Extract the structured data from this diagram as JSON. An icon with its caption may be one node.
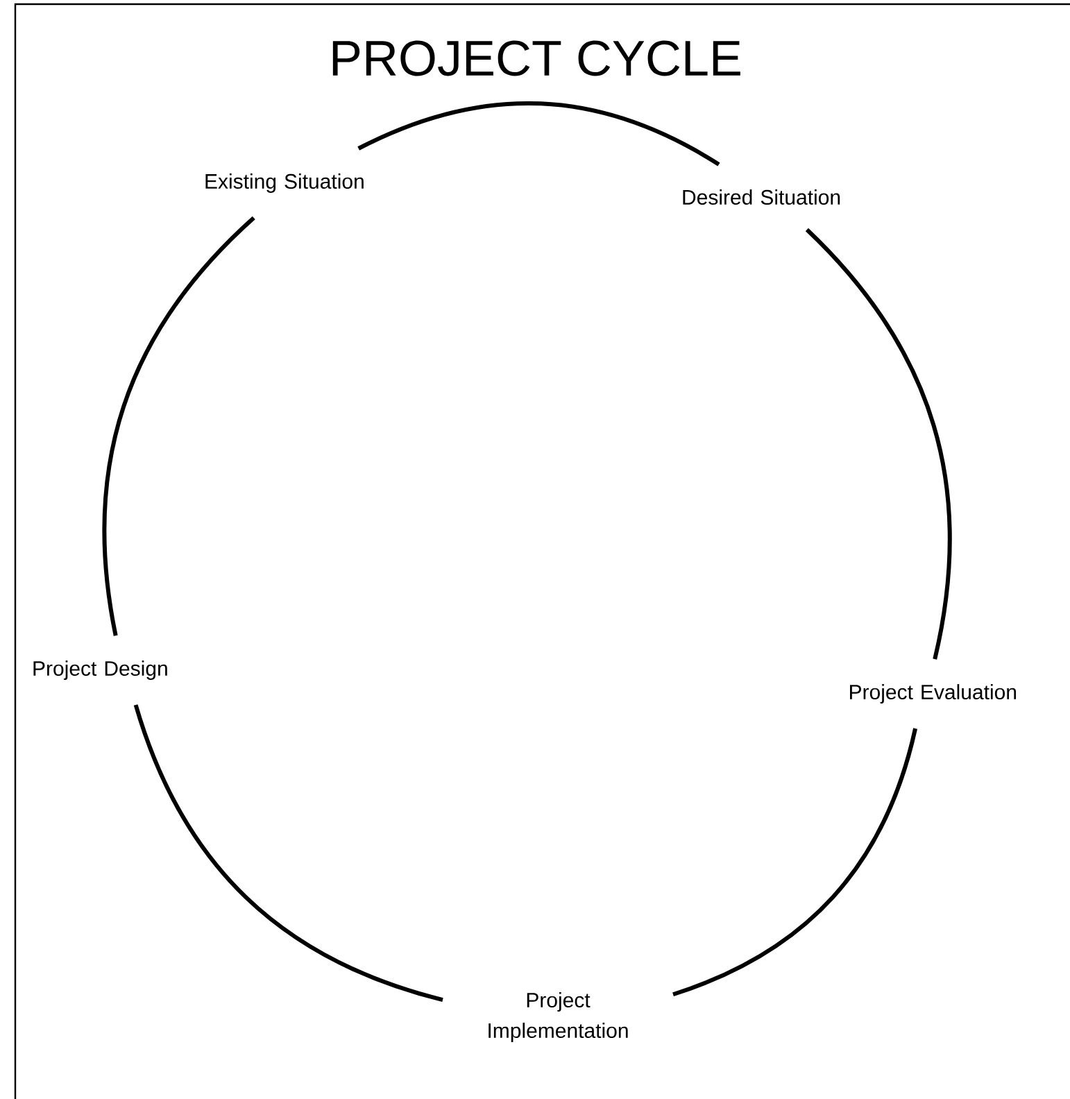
{
  "diagram": {
    "title": "PROJECT CYCLE",
    "nodes": [
      {
        "text": [
          "Existing Situation"
        ]
      },
      {
        "text": [
          "Desired Situation"
        ]
      },
      {
        "text": [
          "Project Design"
        ]
      },
      {
        "text": [
          "Project Evaluation"
        ]
      },
      {
        "text": [
          "Project Implementation"
        ]
      }
    ],
    "edges": [
      {
        "from": 0,
        "to": 1,
        "arrow": "none"
      },
      {
        "from": 1,
        "to": 3,
        "arrow": "none"
      },
      {
        "from": 3,
        "to": 4,
        "arrow": "none"
      },
      {
        "from": 4,
        "to": 2,
        "arrow": "none"
      },
      {
        "from": 2,
        "to": 0,
        "arrow": "none"
      }
    ]
  }
}
